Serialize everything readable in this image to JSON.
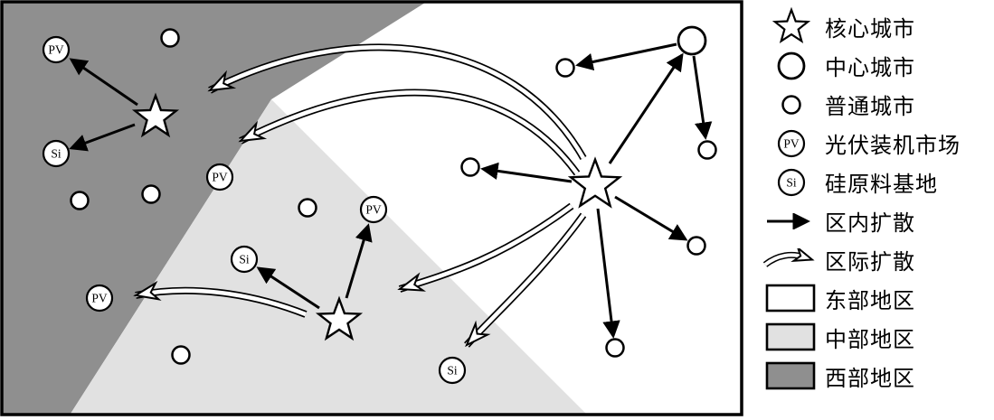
{
  "legend": {
    "items": [
      {
        "label": "核心城市"
      },
      {
        "label": "中心城市"
      },
      {
        "label": "普通城市"
      },
      {
        "label": "光伏装机市场"
      },
      {
        "label": "硅原料基地"
      },
      {
        "label": "区内扩散"
      },
      {
        "label": "区际扩散"
      },
      {
        "label": "东部地区"
      },
      {
        "label": "中部地区"
      },
      {
        "label": "西部地区"
      }
    ]
  },
  "markers": {
    "pv_label": "PV",
    "si_label": "Si"
  },
  "colors": {
    "east_region": "#ffffff",
    "central_region": "#e1e1e1",
    "west_region": "#8f8f8f",
    "line": "#000000"
  }
}
